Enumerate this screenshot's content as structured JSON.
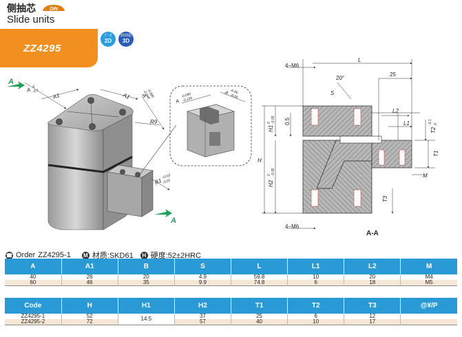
{
  "header": {
    "title": "侧抽芯",
    "din_label": "DIN",
    "subtitle": "Slide units",
    "code": "ZZ4295",
    "badge_2d_top": "ﾃﾞｰﾀ",
    "badge_2d": "2D",
    "badge_3d_top": "3D対応",
    "badge_3d": "3D"
  },
  "drawing": {
    "iso_labels": {
      "a": "A",
      "a_tol_up": "0",
      "a_tol_low": "-0.1",
      "a1_left": "A1",
      "a1_right": "A1",
      "a_right": "A",
      "a_right_tol_up": "-0.086",
      "a_right_tol_low": "-0.098",
      "r9": "R9",
      "b1": "B1",
      "b1_tol_up": "+0.02",
      "b1_tol_low": "-0.01",
      "a_arrow_left": "A",
      "a_arrow_bottom": "A"
    },
    "detail_labels": {
      "a_tol": "A",
      "a_tol_up": "-0.095",
      "a_tol_low": "-0.105",
      "a_right": "A",
      "a_right_tol_up": "-0.06",
      "a_right_tol_low": "-0.05"
    },
    "section_labels": {
      "m6_top": "4−M6",
      "m6_bottom": "4−M6",
      "l": "L",
      "dim25": "25",
      "angle": "20°",
      "s": "S",
      "h1": "H1",
      "h1_tol_up": "0",
      "h1_tol_low": "-0.05",
      "dim05": "0.5",
      "h": "H",
      "h2": "H2",
      "h2_tol_up": "0",
      "h2_tol_low": "-0.05",
      "l1": "L1",
      "l2": "L2",
      "t2": "T2",
      "t2_tol_up": "-0.1",
      "t2_tol_low": "0",
      "t1": "T1",
      "t3": "T3",
      "m": "M",
      "section_name": "A-A"
    }
  },
  "order": {
    "label": "Order",
    "code": "ZZ4295-1",
    "material_icon": "M",
    "material": "材质:SKD61",
    "hardness_icon": "H",
    "hardness": "硬度:52±2HRC"
  },
  "table1": {
    "headers": [
      "A",
      "A1",
      "B",
      "S",
      "L",
      "L1",
      "L2",
      "M"
    ],
    "rows": [
      [
        "40",
        "26",
        "20",
        "4.9",
        "59.8",
        "10",
        "20",
        "M4"
      ],
      [
        "60",
        "46",
        "35",
        "9.9",
        "74.8",
        "6",
        "18",
        "M5"
      ]
    ]
  },
  "table2": {
    "headers": [
      "Code",
      "H",
      "H1",
      "H2",
      "T1",
      "T2",
      "T3",
      "@¥/P"
    ],
    "rows": [
      [
        "ZZ4295-1",
        "52",
        "",
        "37",
        "25",
        "6",
        "12",
        ""
      ],
      [
        "ZZ4295-2",
        "72",
        "",
        "57",
        "40",
        "10",
        "17",
        ""
      ]
    ],
    "h1_merged": "14.5"
  },
  "colors": {
    "brand_orange": "#f1901e",
    "header_blue": "#2a9ad7",
    "accent_green": "#1fa05a",
    "row_alt": "#f6e6d5"
  }
}
